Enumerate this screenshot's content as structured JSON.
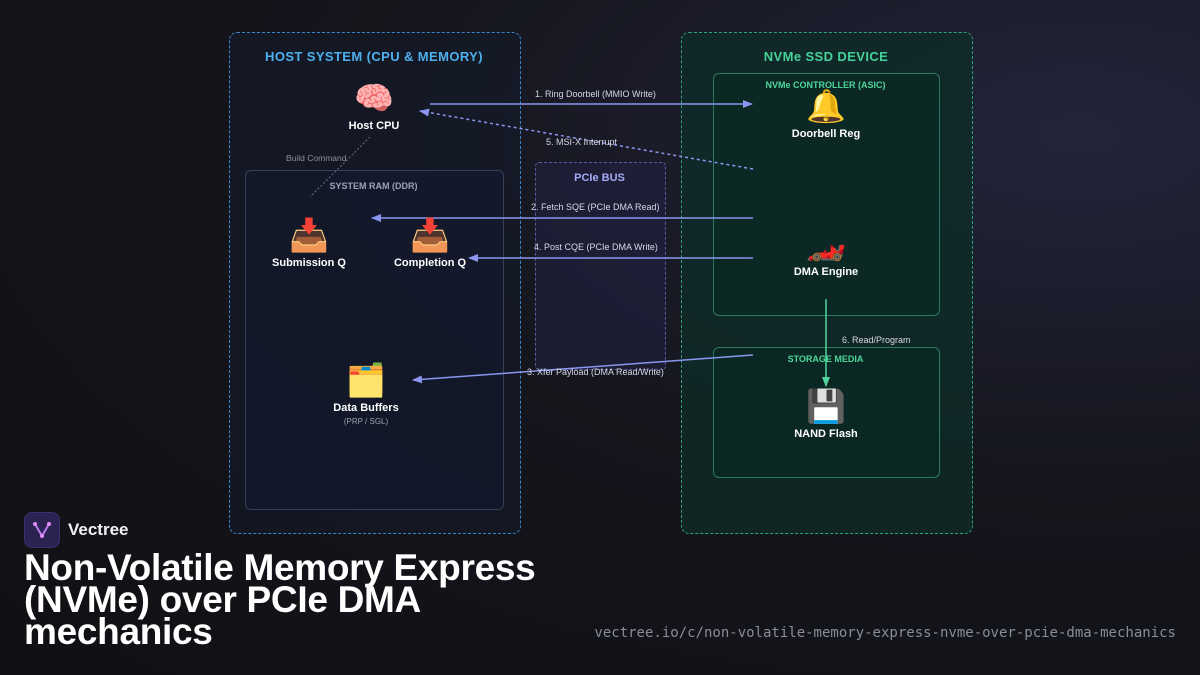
{
  "brand": {
    "name": "Vectree"
  },
  "title": "Non-Volatile Memory Express (NVMe) over PCIe DMA mechanics",
  "url": "vectree.io/c/non-volatile-memory-express-nvme-over-pcie-dma-mechanics",
  "diagram": {
    "host": {
      "title": "HOST SYSTEM (CPU & MEMORY)",
      "ram_title": "SYSTEM RAM (DDR)",
      "cpu": {
        "icon": "brain-icon",
        "glyph": "🧠",
        "label": "Host CPU"
      },
      "submission_q": {
        "icon": "inbox-down-icon",
        "glyph": "📥",
        "label": "Submission Q"
      },
      "completion_q": {
        "icon": "inbox-up-icon",
        "glyph": "📥",
        "label": "Completion Q"
      },
      "data_buffers": {
        "icon": "folder-icon",
        "glyph": "🗂️",
        "label": "Data Buffers",
        "sublabel": "(PRP / SGL)"
      },
      "build_command_note": "Build Command"
    },
    "pcie_bus": {
      "title": "PCIe BUS"
    },
    "ssd": {
      "title": "NVMe SSD DEVICE",
      "controller_title": "NVMe CONTROLLER (ASIC)",
      "storage_title": "STORAGE MEDIA",
      "doorbell": {
        "icon": "bell-icon",
        "glyph": "🔔",
        "label": "Doorbell Reg"
      },
      "dma_engine": {
        "icon": "race-car-icon",
        "glyph": "🏎️",
        "label": "DMA Engine"
      },
      "nand_flash": {
        "icon": "floppy-disk-icon",
        "glyph": "💾",
        "label": "NAND Flash"
      }
    },
    "edges": [
      {
        "id": "e1",
        "label": "1. Ring Doorbell (MMIO Write)"
      },
      {
        "id": "e5",
        "label": "5. MSI-X Interrupt"
      },
      {
        "id": "e2",
        "label": "2. Fetch SQE (PCIe DMA Read)"
      },
      {
        "id": "e4",
        "label": "4. Post CQE (PCIe DMA Write)"
      },
      {
        "id": "e3",
        "label": "3. Xfer Payload (DMA Read/Write)"
      },
      {
        "id": "e6",
        "label": "6. Read/Program"
      }
    ]
  },
  "colors": {
    "host_accent": "#4fb0ee",
    "ssd_accent": "#44d29a",
    "arrow_blue": "#8a96f0",
    "arrow_green": "#4ed69c",
    "background": "#101014"
  }
}
